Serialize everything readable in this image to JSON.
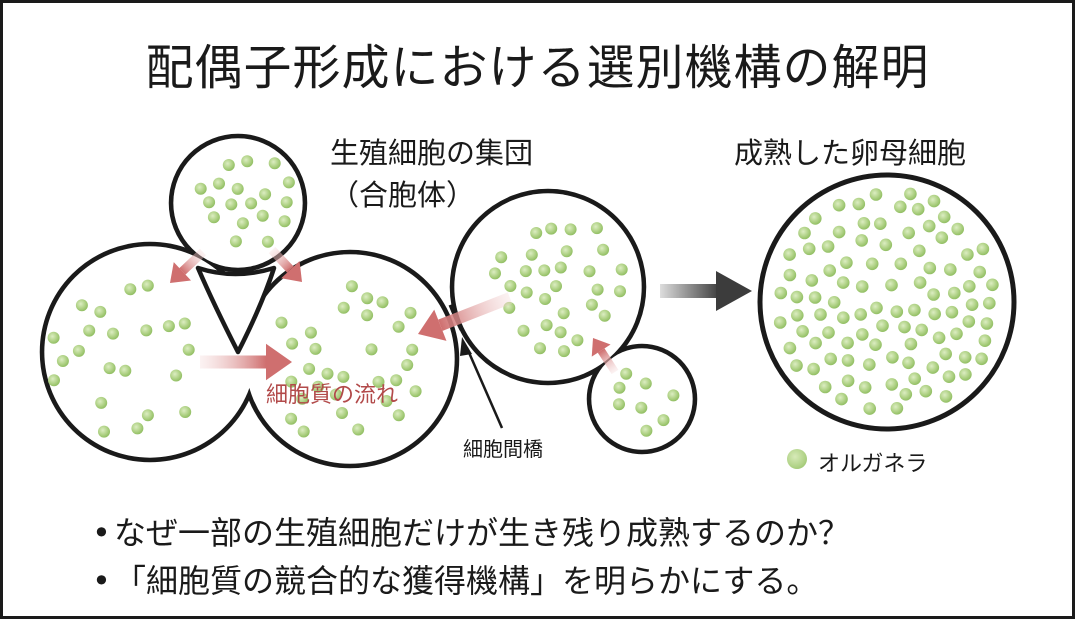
{
  "title": "配偶子形成における選別機構の解明",
  "labels": {
    "syncytium_line1": "生殖細胞の集団",
    "syncytium_line2": "（合胞体）",
    "mature_oocyte": "成熟した卵母細胞",
    "cytoplasm_flow": "細胞質の流れ",
    "ring_canal": "細胞間橋"
  },
  "legend": {
    "organelle": "オルガネラ"
  },
  "bullets": [
    {
      "marker": "•",
      "text": "なぜ一部の生殖細胞だけが生き残り成熟するのか？"
    },
    {
      "marker": "•",
      "text": "「細胞質の競合的な獲得機構」を明らかにする。"
    }
  ],
  "colors": {
    "outline": "#1a1a1a",
    "organelle_fill": "#b3d48a",
    "flow_arrow": "#d98c8c",
    "flow_label": "#b24a4a",
    "transition_arrow": "#555555"
  },
  "icons": {
    "organelle": "green-dot",
    "flow": "pink-arrow",
    "transition": "gray-arrow"
  }
}
